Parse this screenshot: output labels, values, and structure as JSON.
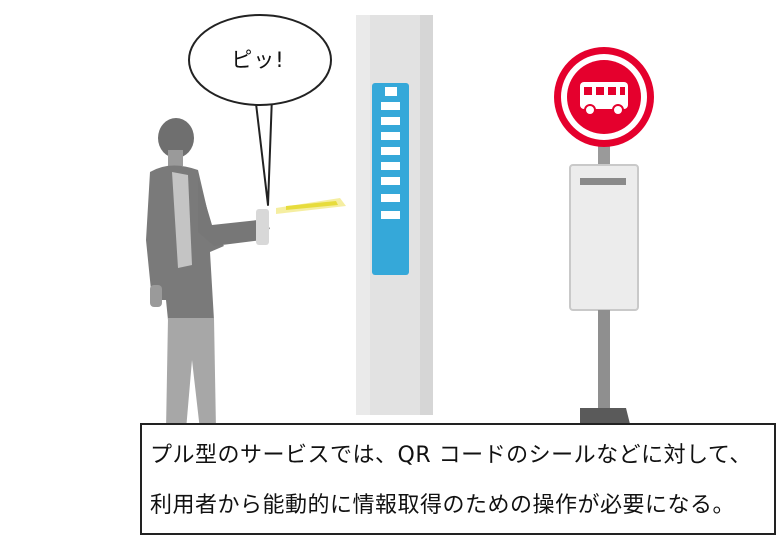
{
  "speech_bubble": {
    "text": "ピッ!"
  },
  "caption": {
    "line1": "プル型のサービスでは、QR コードのシールなどに対して、",
    "line2": "利用者から能動的に情報取得のための操作が必要になる。"
  },
  "colors": {
    "pillar": "#dcdcdc",
    "display_panel": "#35a8d9",
    "display_segments": "#ffffff",
    "bus_sign_ring": "#e5002d",
    "bus_icon": "#ffffff",
    "bus_stop_pole": "#8c8c8c",
    "bus_stop_panel": "#e8e8e8",
    "bus_stop_base": "#5a5a5a",
    "nfc_beam": "#ede25a",
    "person_suit": "#7a7a7a",
    "person_pants": "#a9a9a9"
  },
  "icons": {
    "bus_sign": "bus-icon",
    "person": "person-figure",
    "speech": "speech-bubble"
  }
}
